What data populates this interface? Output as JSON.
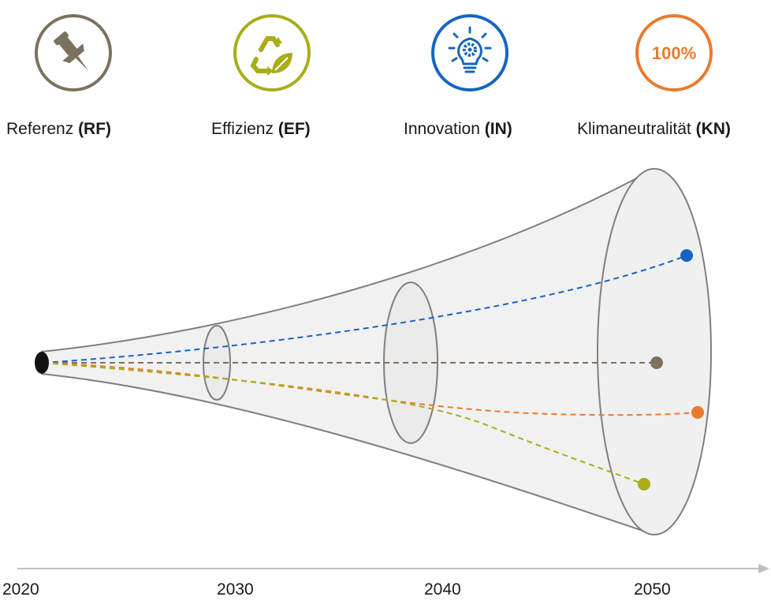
{
  "scenarios": [
    {
      "id": "rf",
      "name": "Referenz",
      "code": "(RF)",
      "color": "#7b715e",
      "icon": "pushpin-icon"
    },
    {
      "id": "ef",
      "name": "Effizienz",
      "code": "(EF)",
      "color": "#a9ad17",
      "icon": "recycle-leaf-icon"
    },
    {
      "id": "in",
      "name": "Innovation",
      "code": "(IN)",
      "color": "#1565c0",
      "icon": "lightbulb-gear-icon"
    },
    {
      "id": "kn",
      "name": "Klimaneutralität",
      "code": "(KN)",
      "color": "#ea7a2e",
      "icon_text": "100%"
    }
  ],
  "timeline": {
    "years": [
      "2020",
      "2030",
      "2040",
      "2050"
    ]
  }
}
